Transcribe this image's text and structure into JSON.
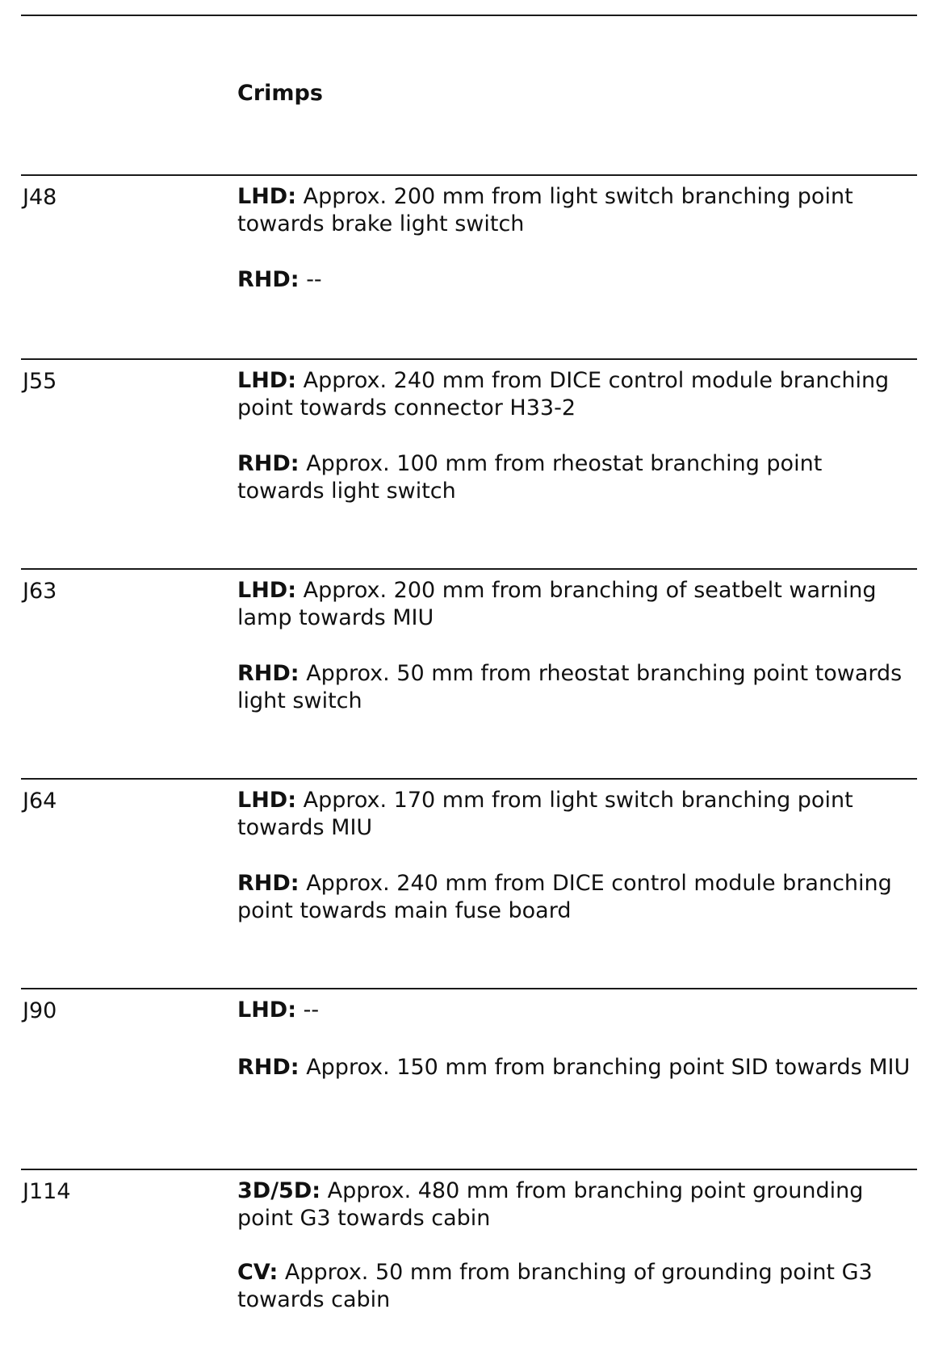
{
  "header": {
    "title": "Crimps"
  },
  "rows": [
    {
      "code": "J48",
      "entries": [
        {
          "key": "LHD:",
          "text": " Approx. 200 mm from light switch branching point towards brake light switch"
        },
        {
          "key": "RHD:",
          "text": " --"
        }
      ]
    },
    {
      "code": "J55",
      "entries": [
        {
          "key": "LHD:",
          "text": " Approx. 240 mm from DICE control module branching point towards connector H33-2"
        },
        {
          "key": "RHD:",
          "text": " Approx. 100 mm from rheostat branching point towards light switch"
        }
      ]
    },
    {
      "code": "J63",
      "entries": [
        {
          "key": "LHD:",
          "text": " Approx. 200 mm from branching of seatbelt warning lamp towards MIU"
        },
        {
          "key": "RHD:",
          "text": " Approx. 50 mm from rheostat branching point towards light switch"
        }
      ]
    },
    {
      "code": "J64",
      "entries": [
        {
          "key": "LHD:",
          "text": " Approx. 170 mm from light switch branching point towards MIU"
        },
        {
          "key": "RHD:",
          "text": " Approx. 240 mm from DICE control module branching point towards main fuse board"
        }
      ]
    },
    {
      "code": "J90",
      "entries": [
        {
          "key": "LHD:",
          "text": " --"
        },
        {
          "key": "RHD:",
          "text": " Approx. 150 mm from branching point SID towards MIU"
        }
      ]
    },
    {
      "code": "J114",
      "entries": [
        {
          "key": "3D/5D:",
          "text": " Approx. 480 mm from branching point grounding point G3 towards cabin"
        },
        {
          "key": "CV:",
          "text": " Approx. 50 mm from branching of grounding point G3 towards cabin"
        }
      ]
    }
  ]
}
